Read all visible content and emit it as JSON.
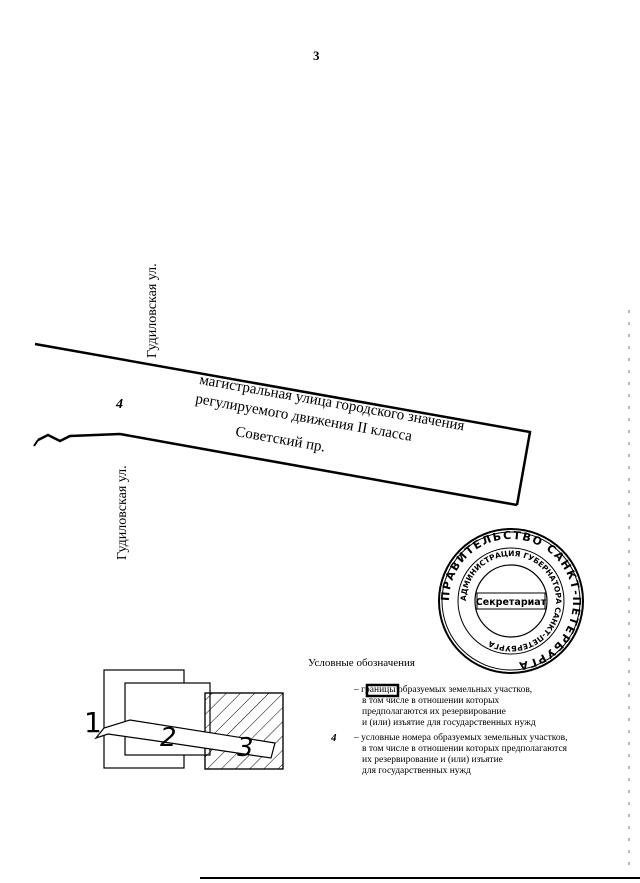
{
  "page": {
    "number": "3"
  },
  "map": {
    "street_main_line1": "магистральная улица городского значения",
    "street_main_line2": "регулируемого движения II класса",
    "street_main_name": "Советский пр.",
    "street_cross_top": "Гудиловская ул.",
    "street_cross_bottom": "Гудиловская ул.",
    "parcel_number": "4"
  },
  "inset": {
    "labels": [
      "1",
      "2",
      "3"
    ]
  },
  "legend": {
    "title": "Условные обозначения",
    "item1": {
      "lines": [
        "– границы образуемых земельных участков,",
        "в том числе в отношении которых",
        "предполагаются их резервирование",
        "и (или) изъятие для государственных нужд"
      ]
    },
    "item2": {
      "symbol": "4",
      "lines": [
        "– условные номера образуемых земельных участков,",
        "в том числе в отношении которых предполагаются",
        "их резервирование и (или) изъятие",
        "для государственных нужд"
      ]
    }
  },
  "seal": {
    "outer_text": "ПРАВИТЕЛЬСТВО САНКТ-ПЕТЕРБУРГА",
    "inner_text": "АДМИНИСТРАЦИЯ ГУБЕРНАТОРА САНКТ-ПЕТЕРБУРГА",
    "center_text": "Секретариат"
  },
  "colors": {
    "ink": "#000000",
    "paper": "#ffffff"
  }
}
